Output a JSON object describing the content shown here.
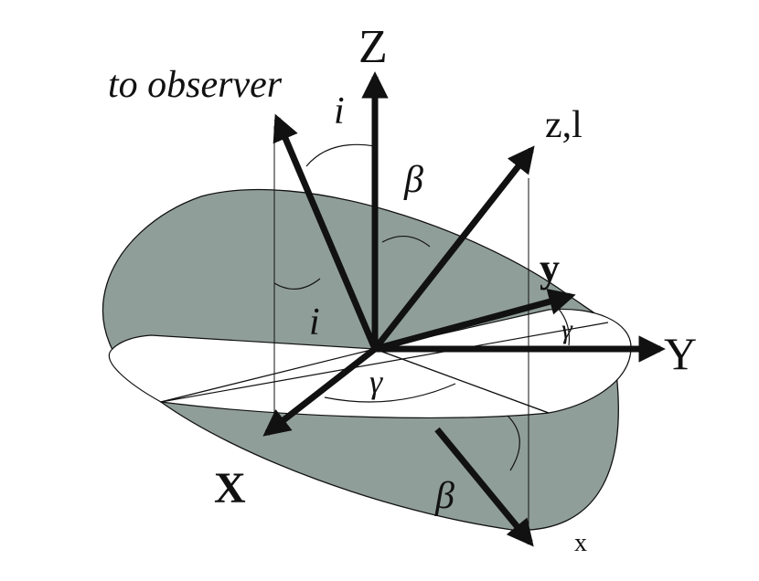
{
  "labels": {
    "to_observer": "to observer",
    "Z": "Z",
    "z_l": "z,l",
    "y": "y",
    "Y": "Y",
    "X": "X",
    "x": "x",
    "i_top": "i",
    "i_mid": "i",
    "beta_top": "β",
    "beta_bottom": "β",
    "gamma_mid": "γ",
    "gamma_right": "γ"
  },
  "colors": {
    "disk_fill": "#909e99",
    "ink": "#111111",
    "background": "#ffffff"
  }
}
